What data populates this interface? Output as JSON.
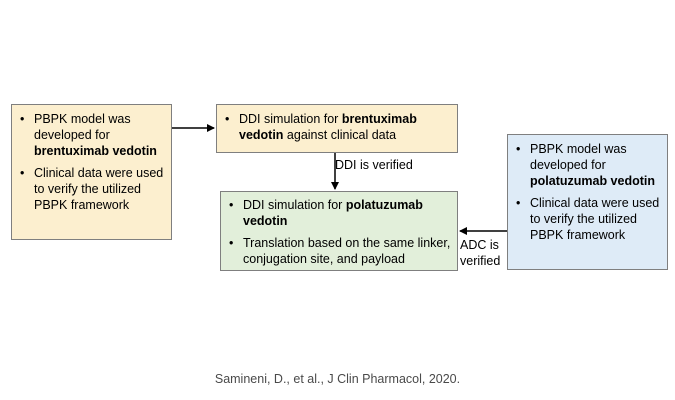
{
  "boxes": {
    "left": {
      "b1_pre": "PBPK model was developed for ",
      "b1_bold": "brentuximab vedotin",
      "b2": "Clinical data were used to verify the utilized PBPK framework"
    },
    "top": {
      "b1_pre": "DDI simulation for ",
      "b1_bold": "brentuximab vedotin",
      "b1_post": " against clinical data"
    },
    "center": {
      "b1_pre": "DDI simulation for ",
      "b1_bold": "polatuzumab vedotin",
      "b2": "Translation based on the same linker, conjugation site, and payload"
    },
    "right": {
      "b1_pre": "PBPK model was developed for ",
      "b1_bold": "polatuzumab vedotin",
      "b2": "Clinical data were used to verify the utilized PBPK framework"
    }
  },
  "labels": {
    "ddi_verified": "DDI is verified",
    "adc_verified": "ADC is verified"
  },
  "citation": "Samineni, D., et al., J Clin Pharmacol, 2020.",
  "colors": {
    "box_orange": "#fcefcf",
    "box_green": "#e2efda",
    "box_blue": "#deebf7",
    "border": "#7f7f7f"
  }
}
